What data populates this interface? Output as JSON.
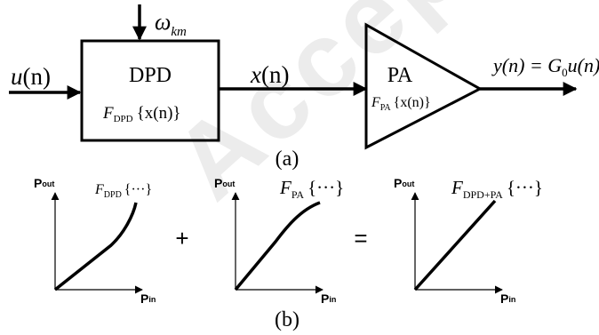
{
  "block_diagram": {
    "input": {
      "var": "u",
      "arg": "(n)"
    },
    "control": {
      "symbol": "ω",
      "sub": "km"
    },
    "dpd": {
      "title": "DPD",
      "func": "F",
      "func_sub": "DPD",
      "arg": "{x(n)}"
    },
    "mid_signal": {
      "var": "x",
      "arg": "(n)"
    },
    "pa": {
      "title": "PA",
      "func": "F",
      "func_sub": "PA",
      "arg": "{x(n)}"
    },
    "output": {
      "lhs": "y(n) = G",
      "gain_sub": "0",
      "rhs": "u(n)"
    },
    "caption": "(a)"
  },
  "curves": {
    "panels": [
      {
        "y_label": "P",
        "y_sub": "out",
        "x_label": "P",
        "x_sub": "in",
        "func": "F",
        "func_sub": "DPD",
        "dots": "{···}",
        "shape": "expansion"
      },
      {
        "y_label": "P",
        "y_sub": "out",
        "x_label": "P",
        "x_sub": "in",
        "func": "F",
        "func_sub": "PA",
        "dots": "{···}",
        "shape": "compression"
      },
      {
        "y_label": "P",
        "y_sub": "out",
        "x_label": "P",
        "x_sub": "in",
        "func": "F",
        "func_sub": "DPD+PA",
        "dots": "{···}",
        "shape": "linear"
      }
    ],
    "plus": "+",
    "equals": "=",
    "caption": "(b)"
  },
  "watermark": "Accepted",
  "colors": {
    "ink": "#000000",
    "watermark": "#ececec"
  }
}
